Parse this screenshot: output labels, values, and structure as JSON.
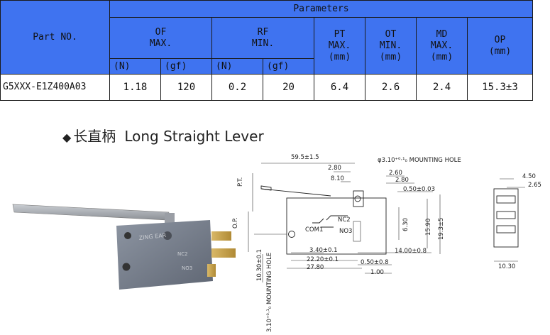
{
  "table": {
    "part_no_label": "Part NO.",
    "parameters_label": "Parameters",
    "columns": [
      {
        "name": "OF",
        "sub": "MAX."
      },
      {
        "name": "RF",
        "sub": "MIN."
      },
      {
        "name": "PT",
        "sub": "MAX.",
        "unit": "(mm)"
      },
      {
        "name": "OT",
        "sub": "MIN.",
        "unit": "(mm)"
      },
      {
        "name": "MD",
        "sub": "MAX.",
        "unit": "(mm)"
      },
      {
        "name": "OP",
        "unit": "(mm)"
      }
    ],
    "units": {
      "n": "(N)",
      "gf": "(gf)"
    },
    "row": {
      "part": "G5XXX-E1Z400A03",
      "of_n": "1.18",
      "of_gf": "120",
      "rf_n": "0.2",
      "rf_gf": "20",
      "pt": "6.4",
      "ot": "2.6",
      "md": "2.4",
      "op": "15.3±3"
    }
  },
  "heading": {
    "bullet": "◆",
    "chinese": "长直柄",
    "english": "Long Straight Lever"
  },
  "photo": {
    "brand": "ZING EAR",
    "terminal_nc": "NC2",
    "terminal_no": "NO3"
  },
  "drawing": {
    "pt_label": "P.T.",
    "op_label": "O.P.",
    "lever_length": "59.5±1.5",
    "d_280": "2.80",
    "d_810": "8.10",
    "hole_label": "φ3.10⁺⁰·¹₀ MOUNTING HOLE",
    "d_260": "2.60",
    "d_280b": "2.80",
    "d_050": "0.50±0.03",
    "d_630": "6.30",
    "d_1590": "15.90",
    "d_1930": "19.3±5",
    "com": "COM1",
    "nc": "NC2",
    "no": "NO3",
    "d_340": "3.40±0.1",
    "d_2220": "22.20±0.1",
    "d_2780": "27.80",
    "d_1400": "14.00±0.8",
    "d_050b": "0.50±0.8",
    "d_100": "1.00",
    "d_1030v": "10.30±0.1",
    "hole_label_v": "3.10⁺⁰·¹₀ MOUNTING HOLE",
    "d_450": "4.50",
    "d_265": "2.65",
    "d_1030": "10.30"
  }
}
